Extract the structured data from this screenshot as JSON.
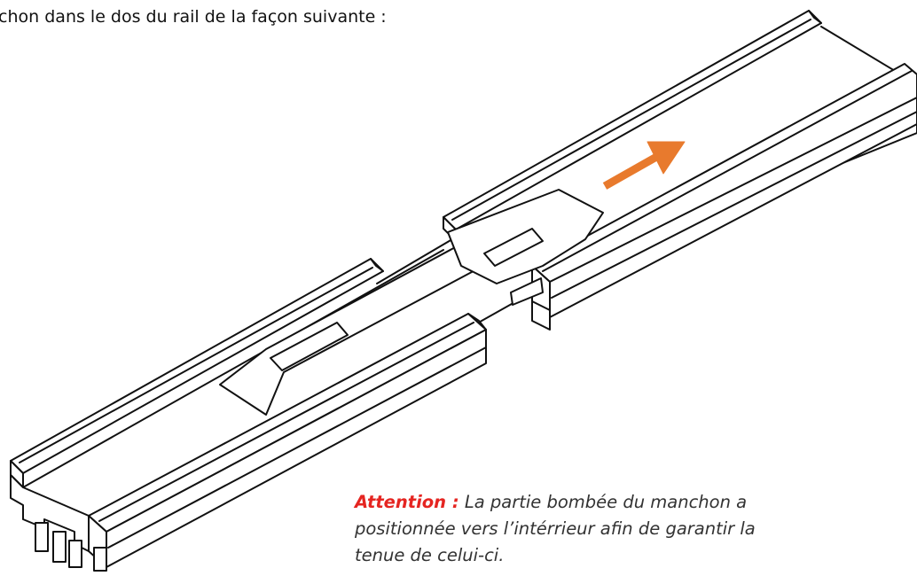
{
  "intro_text": "nchon dans le dos du rail de la façon suivante :",
  "warning": {
    "label": "Attention :",
    "line1": " La partie bombée du manchon a",
    "line2": "positionnée vers l’intérrieur afin de garantir la",
    "line3": "tenue de celui-ci."
  },
  "colors": {
    "accent_arrow": "#e87a2d",
    "warning_label": "#e52521",
    "line_art": "#111111"
  },
  "figure": {
    "icon": "rail-manchon-illustration",
    "arrow_icon": "insertion-direction-arrow-icon"
  }
}
